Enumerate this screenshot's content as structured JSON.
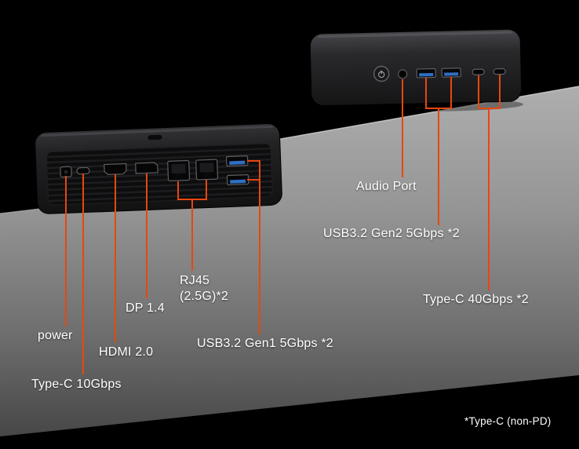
{
  "colors": {
    "background": "#000000",
    "callout_line": "#e8470e",
    "label_text": "#ffffff",
    "platform_gray_top": "#aeaeae",
    "platform_gray_bottom": "#474747",
    "device_body": "#1c1c1e",
    "usb_port_blue": "#2f6fc4"
  },
  "labels": {
    "power": "power",
    "type_c_10": "Type-C 10Gbps",
    "hdmi": "HDMI 2.0",
    "dp": "DP 1.4",
    "rj45_l1": "RJ45",
    "rj45_l2": "(2.5G)*2",
    "usb_gen1": "USB3.2 Gen1 5Gbps *2",
    "audio": "Audio Port",
    "usb_gen2": "USB3.2 Gen2 5Gbps *2",
    "type_c_40": "Type-C 40Gbps *2",
    "footnote": "*Type-C (non-PD)"
  },
  "icons": {
    "rear_ports": [
      "dc-power-port-icon",
      "usb-c-port-icon",
      "hdmi-port-icon",
      "displayport-port-icon",
      "rj45-port-icon",
      "rj45-port-icon",
      "usb-a-port-icon",
      "usb-a-port-icon"
    ],
    "front_ports": [
      "power-button-icon",
      "audio-jack-icon",
      "usb-a-port-icon",
      "usb-a-port-icon",
      "usb-c-port-icon",
      "usb-c-port-icon"
    ]
  }
}
